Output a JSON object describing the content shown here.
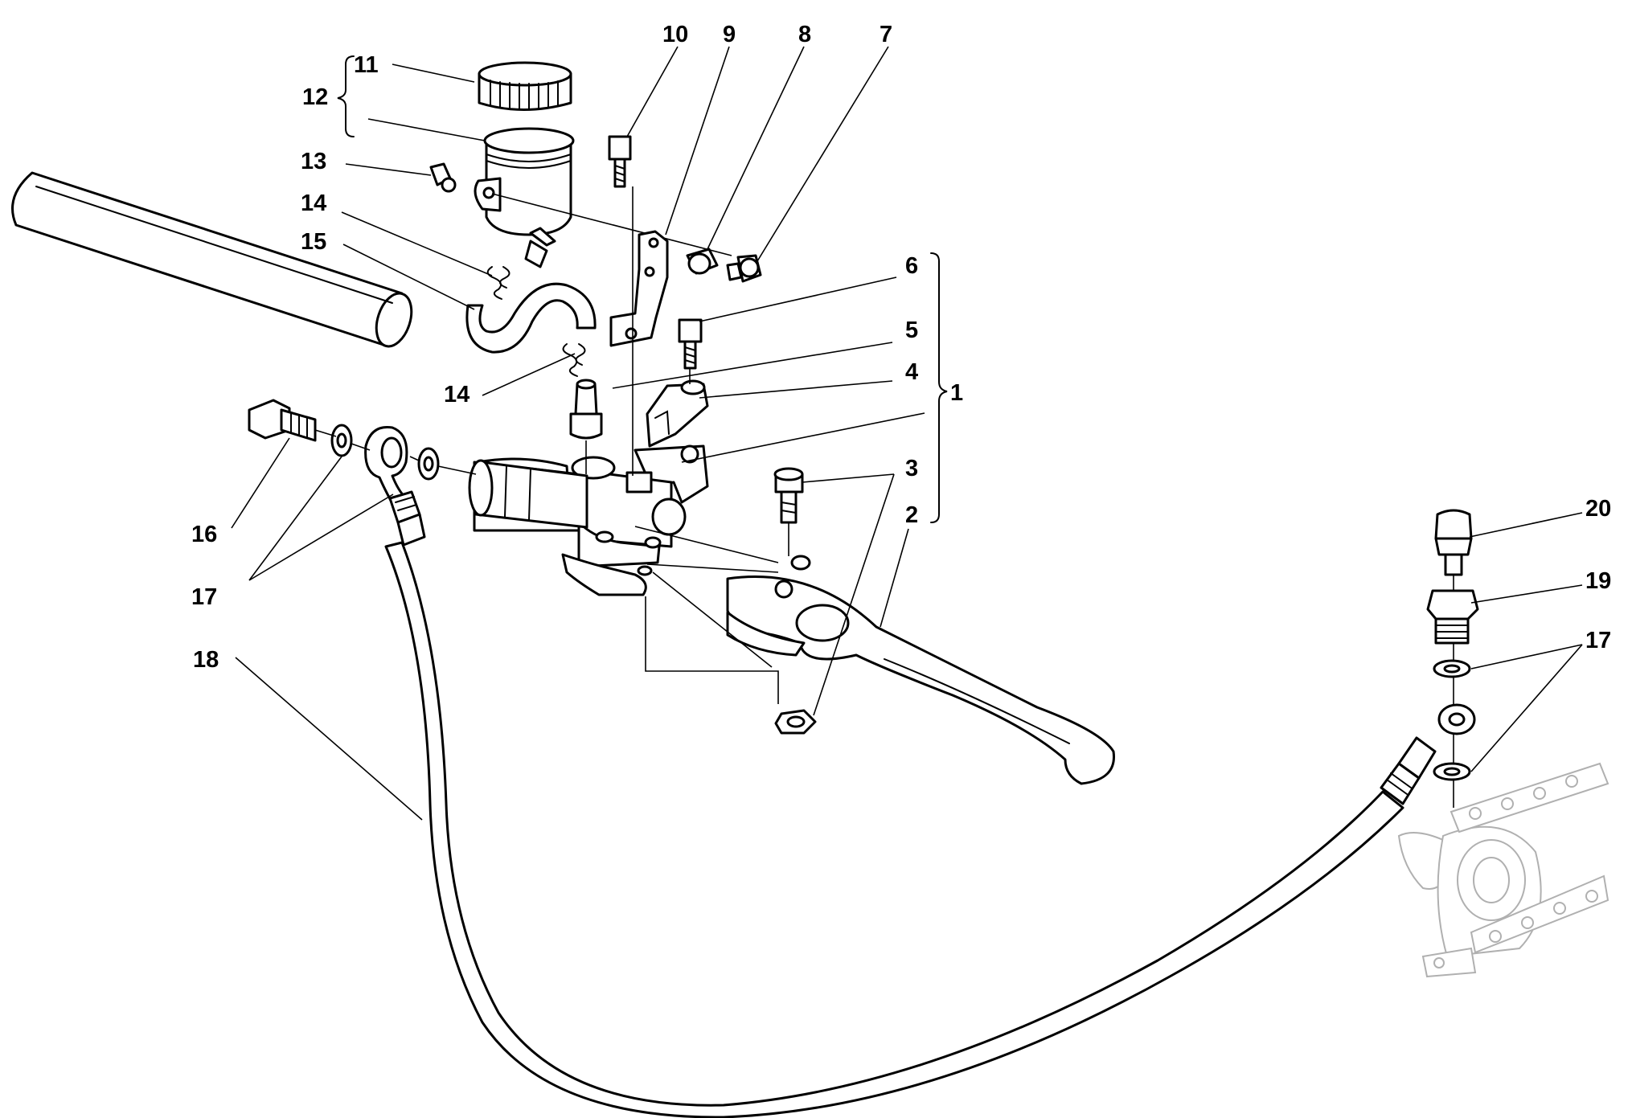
{
  "diagram": {
    "callouts": {
      "c1": "1",
      "c2": "2",
      "c3": "3",
      "c4": "4",
      "c5": "5",
      "c6": "6",
      "c7": "7",
      "c8": "8",
      "c9": "9",
      "c10": "10",
      "c11": "11",
      "c12": "12",
      "c13": "13",
      "c14a": "14",
      "c14b": "14",
      "c15": "15",
      "c16": "16",
      "c17a": "17",
      "c17b": "17",
      "c18": "18",
      "c19": "19",
      "c20": "20"
    }
  }
}
